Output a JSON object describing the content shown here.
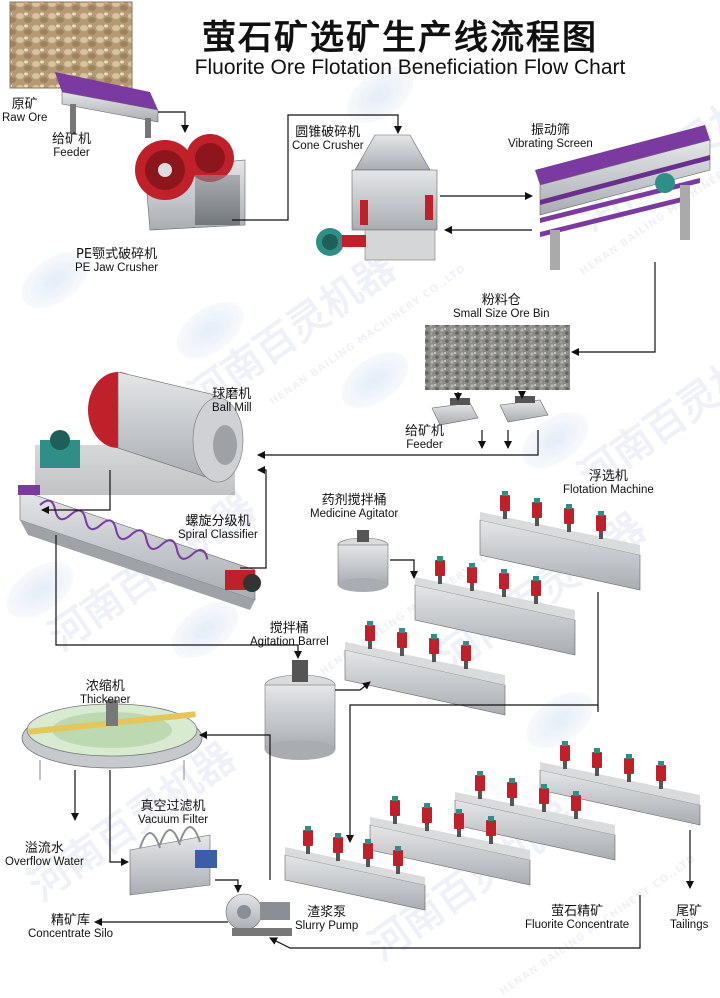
{
  "title": {
    "zh": "萤石矿选矿生产线流程图",
    "en": "Fluorite Ore Flotation Beneficiation Flow Chart"
  },
  "labels": {
    "raw_ore": {
      "zh": "原矿",
      "en": "Raw Ore"
    },
    "feeder_1": {
      "zh": "给矿机",
      "en": "Feeder"
    },
    "jaw_crusher": {
      "zh": "PE颚式破碎机",
      "en": "PE Jaw Crusher"
    },
    "cone_crusher": {
      "zh": "圆锥破碎机",
      "en": "Cone Crusher"
    },
    "vibrating_screen": {
      "zh": "振动筛",
      "en": "Vibrating Screen"
    },
    "ore_bin": {
      "zh": "粉料仓",
      "en": "Small Size Ore Bin"
    },
    "feeder_2": {
      "zh": "给矿机",
      "en": "Feeder"
    },
    "ball_mill": {
      "zh": "球磨机",
      "en": "Ball Mill"
    },
    "spiral_classifier": {
      "zh": "螺旋分级机",
      "en": "Spiral Classifier"
    },
    "medicine_agitator": {
      "zh": "药剂搅拌桶",
      "en": "Medicine Agitator"
    },
    "flotation_machine": {
      "zh": "浮选机",
      "en": "Flotation Machine"
    },
    "agitation_barrel": {
      "zh": "搅拌桶",
      "en": "Agitation Barrel"
    },
    "thickener": {
      "zh": "浓缩机",
      "en": "Thickener"
    },
    "vacuum_filter": {
      "zh": "真空过滤机",
      "en": "Vacuum Filter"
    },
    "overflow_water": {
      "zh": "溢流水",
      "en": "Overflow Water"
    },
    "concentrate_silo": {
      "zh": "精矿库",
      "en": "Concentrate Silo"
    },
    "slurry_pump": {
      "zh": "渣浆泵",
      "en": "Slurry Pump"
    },
    "fluorite_concentrate": {
      "zh": "萤石精矿",
      "en": "Fluorite Concentrate"
    },
    "tailings": {
      "zh": "尾矿",
      "en": "Tailings"
    }
  },
  "watermark": {
    "zh": "河南百灵机器",
    "en": "HENAN BAILING MACHINERY CO.,LTD",
    "logo": "Bailing",
    "small": "百 灵 机 器"
  },
  "colors": {
    "machine_gray": "#c9ccd0",
    "machine_dark": "#6f7479",
    "accent_red": "#c0202a",
    "accent_purple": "#7b3aa0",
    "accent_teal": "#2f8f86",
    "arrow": "#111111"
  }
}
